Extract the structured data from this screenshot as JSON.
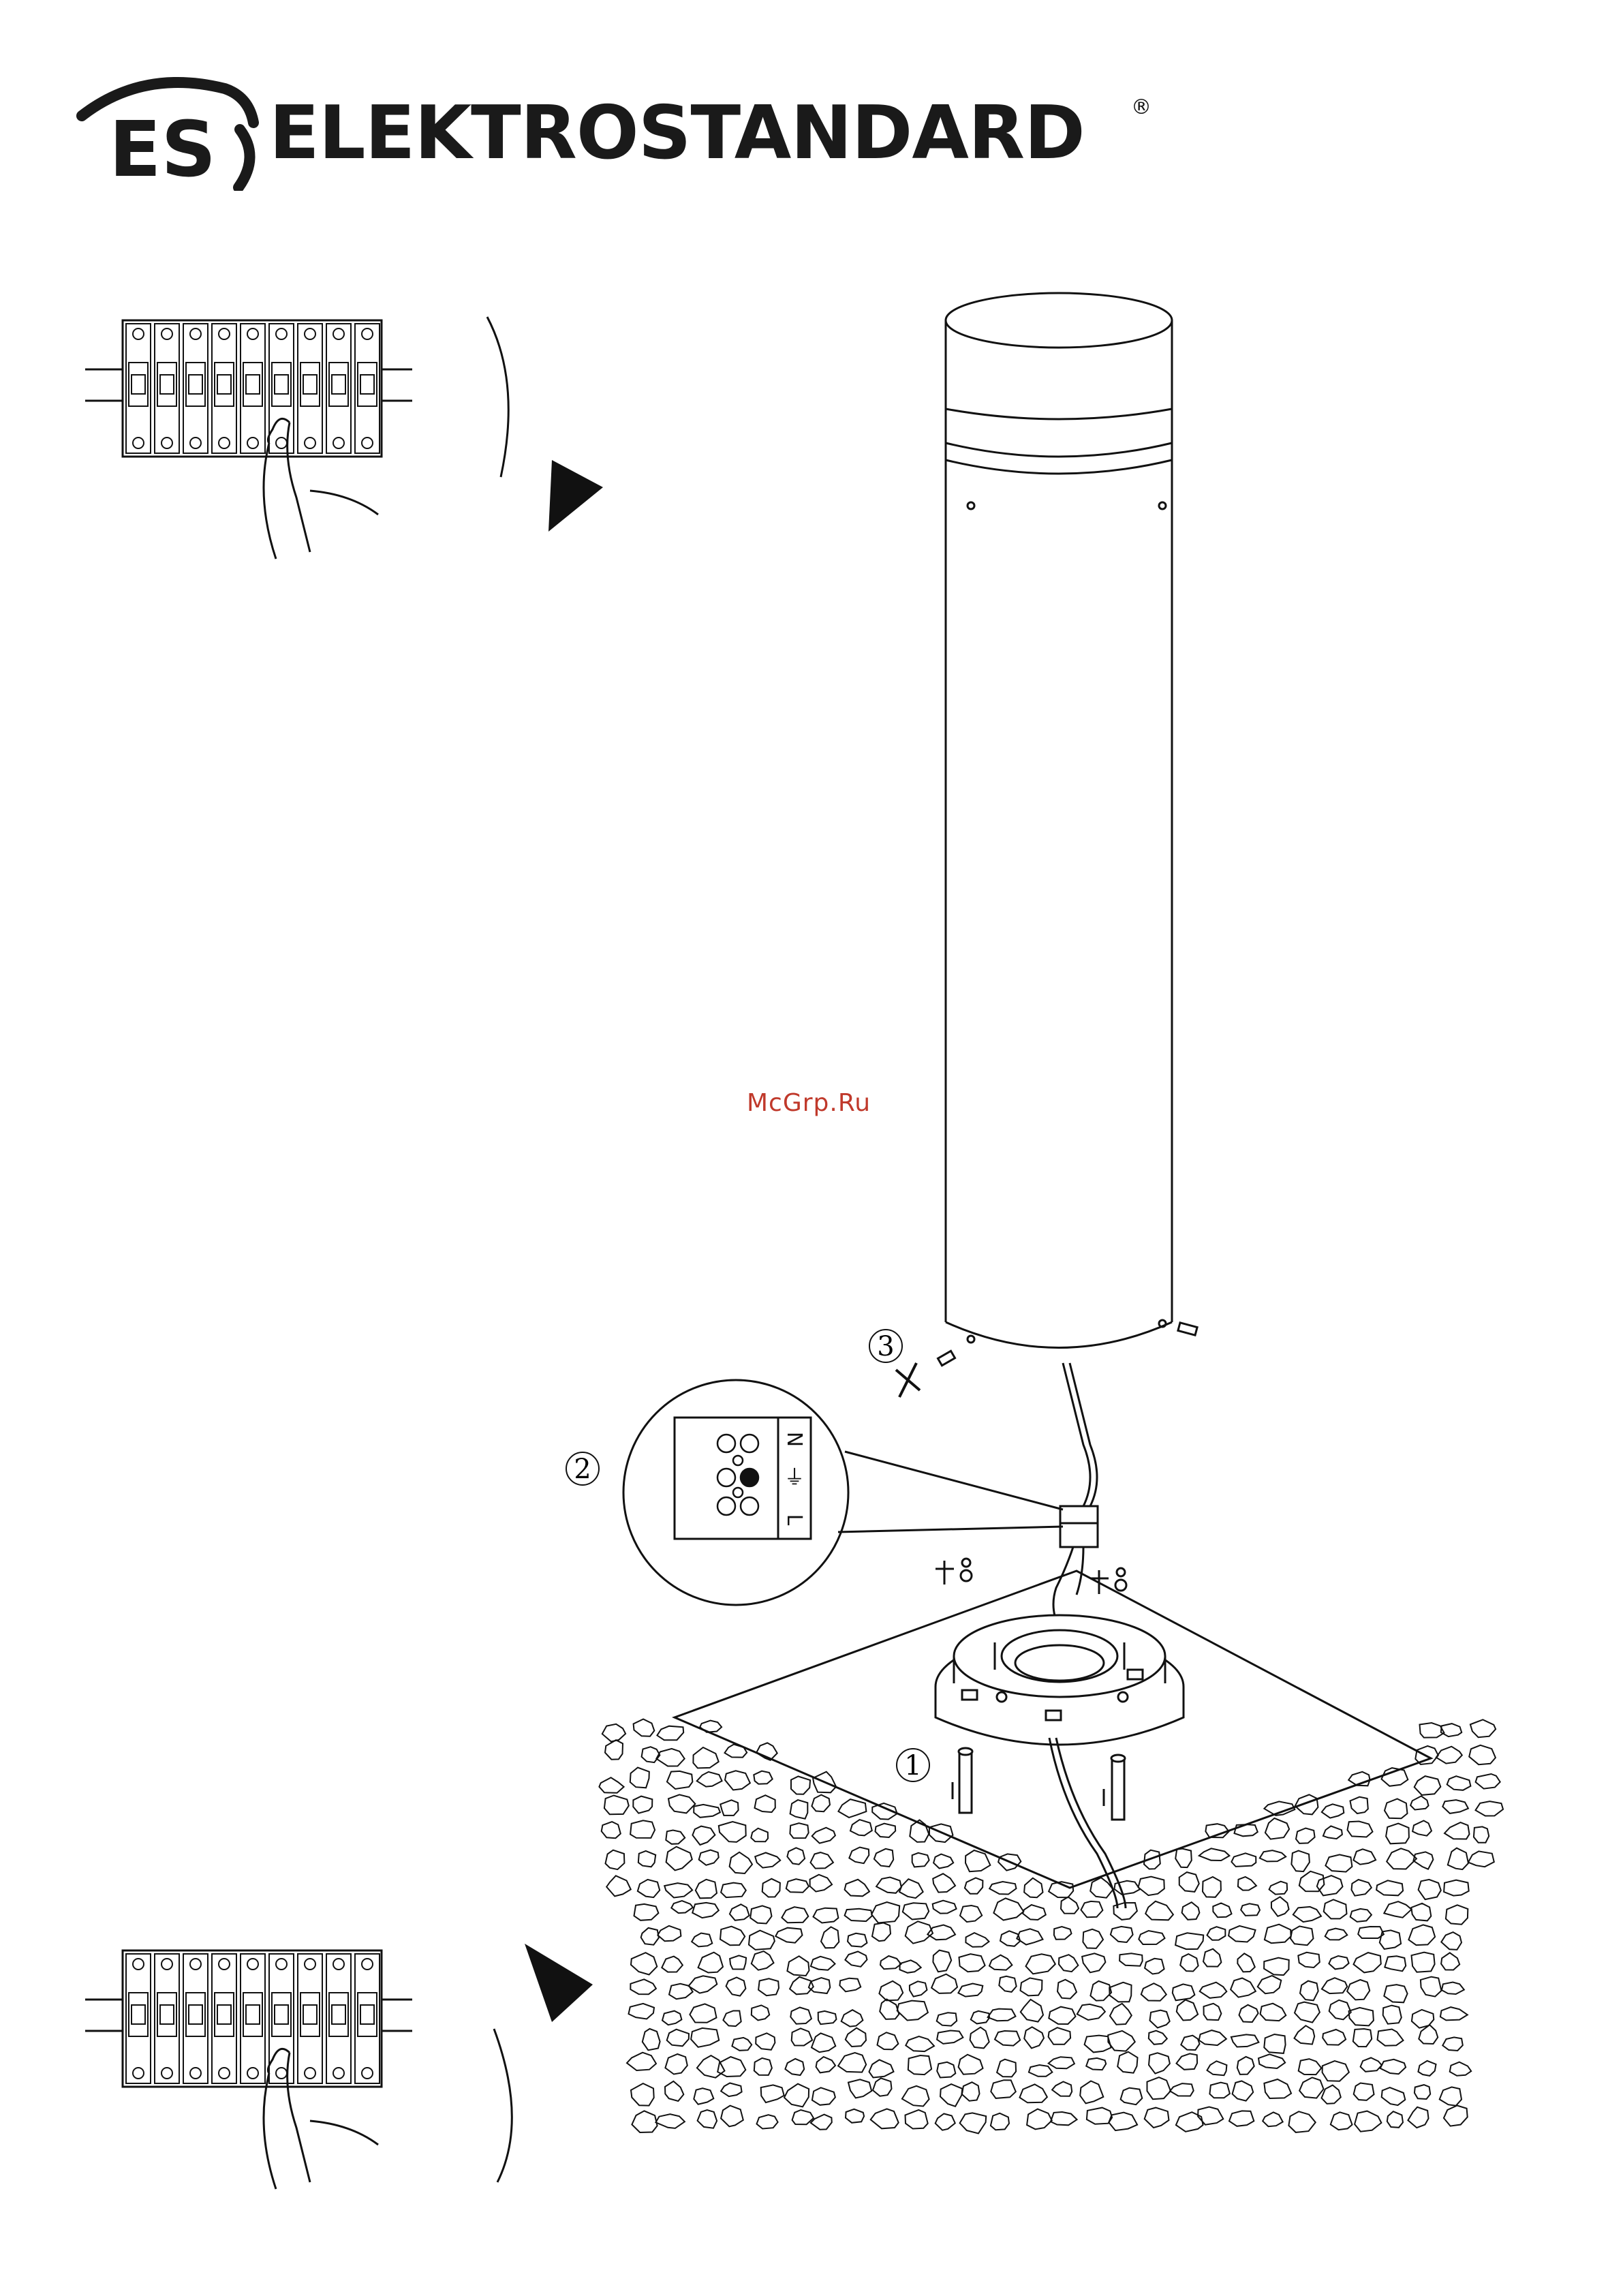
{
  "brand": {
    "logo_mark": "ES",
    "name": "ELEKTROSTANDARD",
    "registered": "®"
  },
  "watermark": "McGrp.Ru",
  "steps": [
    {
      "number": "1"
    },
    {
      "number": "2"
    },
    {
      "number": "3"
    }
  ],
  "terminal_labels": [
    "N",
    "⏚",
    "L"
  ],
  "icons": {
    "breaker_off": "breaker-off-icon",
    "breaker_on": "breaker-on-icon",
    "screwdriver": "screwdriver-icon",
    "screw_washer": "screw-washer-icon"
  },
  "colors": {
    "line": "#111111",
    "watermark": "#c0392b"
  }
}
